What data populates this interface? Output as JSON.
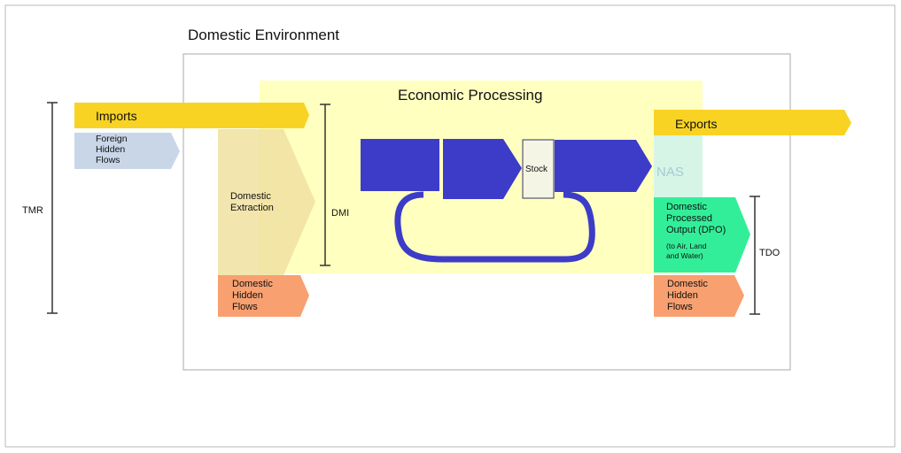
{
  "diagram": {
    "title": "Domestic Environment",
    "processing_label": "Economic Processing",
    "imports": "Imports",
    "foreign_hidden_flows": [
      "Foreign",
      "Hidden",
      "Flows"
    ],
    "domestic_extraction": [
      "Domestic",
      "Extraction"
    ],
    "domestic_hidden_flows_in": [
      "Domestic",
      "Hidden",
      "Flows"
    ],
    "dmi": "DMI",
    "tmr": "TMR",
    "stock": "Stock",
    "exports": "Exports",
    "nas": "NAS",
    "dpo": [
      "Domestic",
      "Processed",
      "Output (DPO)"
    ],
    "dpo_note": [
      "(to Air, Land",
      "and Water)"
    ],
    "domestic_hidden_flows_out": [
      "Domestic",
      "Hidden",
      "Flows"
    ],
    "tdo": "TDO"
  },
  "colors": {
    "processing_band": "#ffffc0",
    "imports_exports": "#f9d323",
    "foreign_hidden": "#c8d6e8",
    "domestic_extraction": "#f0e0a0",
    "hidden_flows": "#f8a070",
    "flow_blue": "#3c3cc8",
    "stock_fill": "#f5f5e6",
    "nas_fill": "#d6f5e6",
    "nas_text": "#a8c8d8",
    "dpo_fill": "#33ee99"
  }
}
